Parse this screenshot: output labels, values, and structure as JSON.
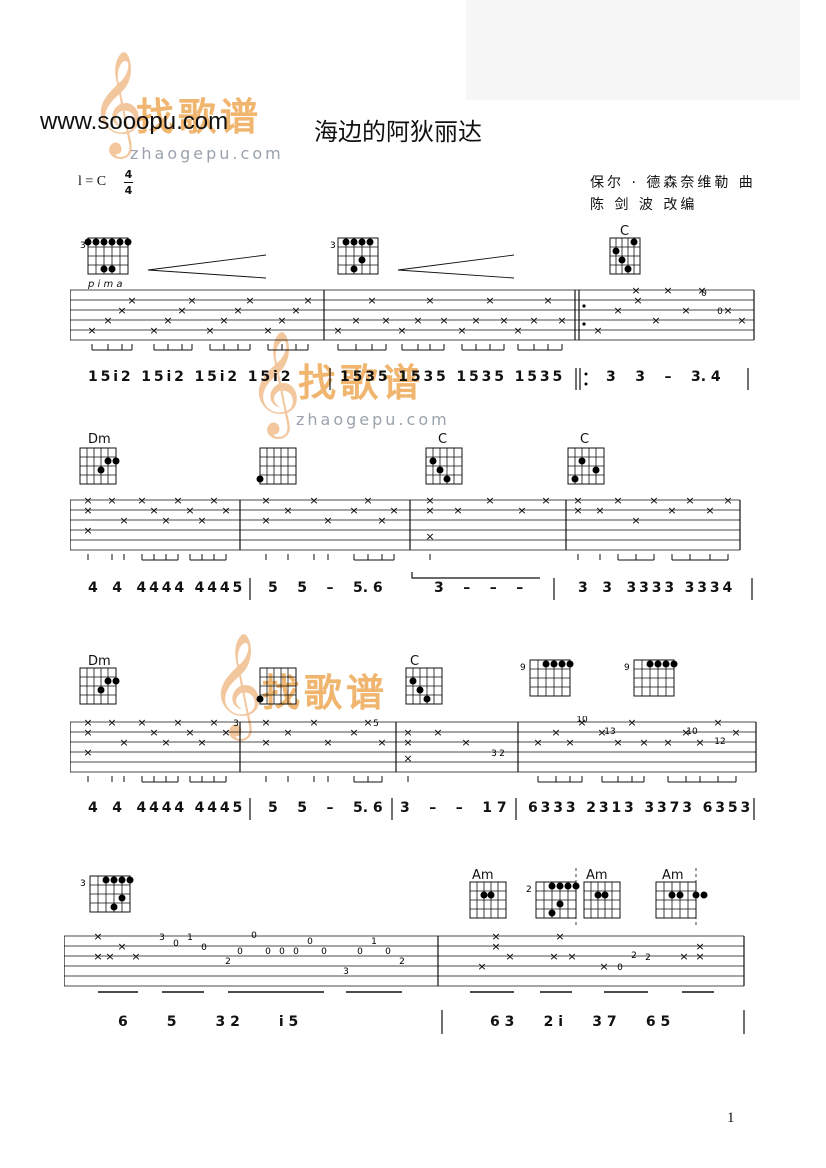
{
  "header": {
    "site_url": "www.sooopu.com",
    "title": "海边的阿狄丽达",
    "key": "l = C",
    "time_signature": {
      "top": "4",
      "bottom": "4"
    },
    "composer_line": "保尔 · 德森奈维勒 曲",
    "arranger_line": "陈   剑   波 改编"
  },
  "watermark": {
    "cn": "找歌谱",
    "en": "zhaogepu.com",
    "clef": "𝄞"
  },
  "systems": [
    {
      "chords": [
        "",
        "",
        "C"
      ],
      "fingering": "p i m a",
      "jianpu": [
        "1 5 i 2   1 5 i 2   1 5 i 2   1 5 i 2",
        "1 5 3 5   1 5 3 5   1 5 3 5   1 5 3 5",
        "3    3    –    3. 4"
      ]
    },
    {
      "chords": [
        "Dm",
        "",
        "C",
        "C"
      ],
      "jianpu": [
        "4    4    4 4 4 4   4 4 4 5",
        "5    5    –    5. 6",
        "3    –    –    –",
        "3    3    3 3 3 3   3 3 3 4"
      ]
    },
    {
      "chords": [
        "Dm",
        "",
        "C",
        "",
        ""
      ],
      "jianpu": [
        "4    4    4 4 4 4   4 4 4 5",
        "5    5    –    5. 6",
        "3    –    –    1 7",
        "6 3 3 3   2 3 1 3   3 3 7 3   6 3 5 3"
      ]
    },
    {
      "chords": [
        "",
        "Am",
        "",
        "Am",
        "Am"
      ],
      "jianpu": [
        "6        5        3 2        i 5",
        "6 3      2 i      3 7      6 5"
      ]
    }
  ],
  "page_number": "1"
}
